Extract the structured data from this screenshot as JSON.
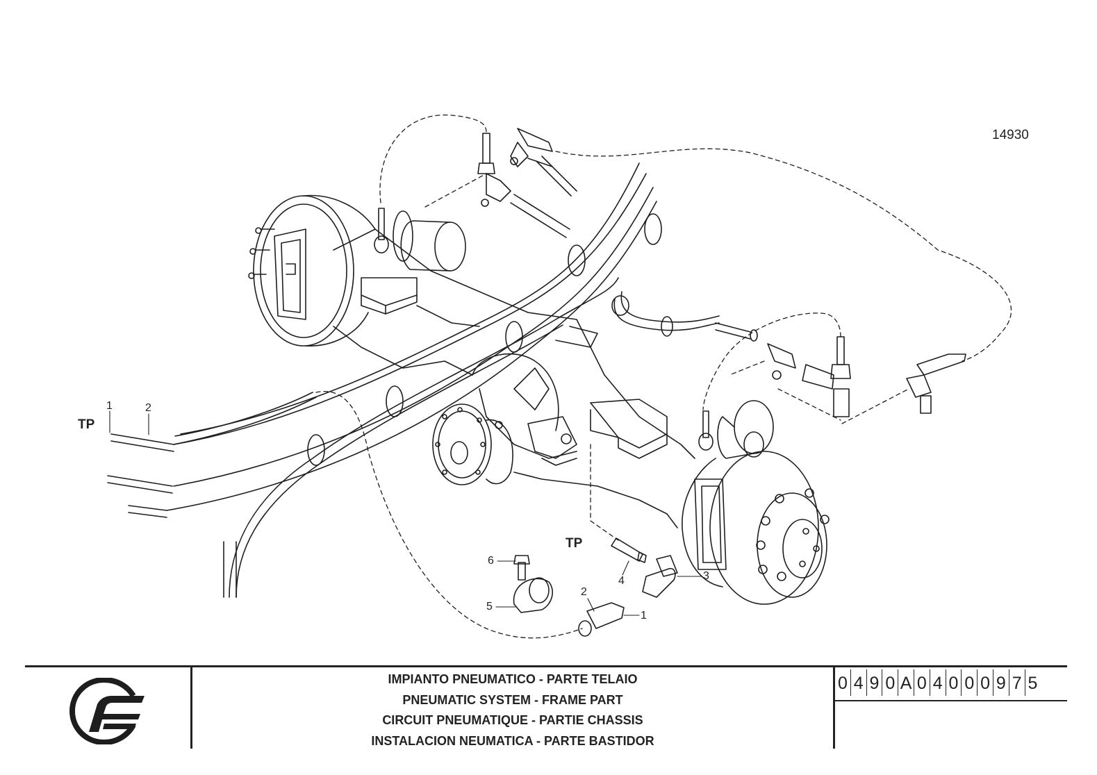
{
  "drawing_number": "14930",
  "tp_labels": [
    "TP",
    "TP"
  ],
  "callouts": {
    "upper_left": [
      "1",
      "2"
    ],
    "lower": [
      "6",
      "5",
      "4",
      "2",
      "1",
      "3"
    ]
  },
  "title_block": {
    "titles": [
      "IMPIANTO PNEUMATICO - PARTE TELAIO",
      "PNEUMATIC SYSTEM - FRAME PART",
      "CIRCUIT PNEUMATIQUE - PARTIE CHASSIS",
      "INSTALACION NEUMATICA - PARTE BASTIDOR"
    ],
    "code_characters": [
      "0",
      "4",
      "9",
      "0",
      "A",
      "0",
      "4",
      "0",
      "0",
      "0",
      "9",
      "7",
      "5"
    ],
    "logo_icon": "company-logo-icon"
  }
}
